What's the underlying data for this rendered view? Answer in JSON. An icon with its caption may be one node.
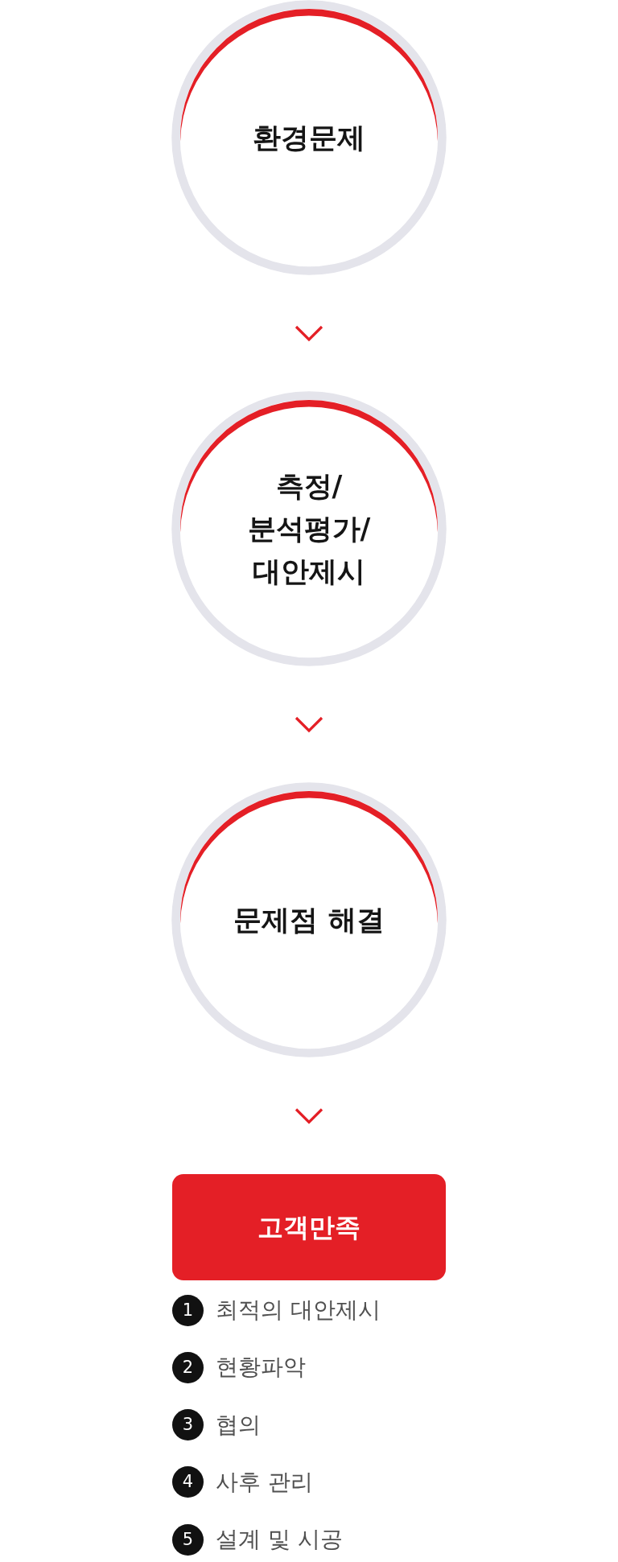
{
  "diagram": {
    "nodes": [
      {
        "text": [
          "환경문제"
        ]
      },
      {
        "text": [
          "측정/ 분석평가/ 대안제시"
        ]
      },
      {
        "text": [
          "문제점 해결"
        ]
      },
      {
        "text": [
          "고객만족"
        ]
      }
    ],
    "edges": [
      {
        "from": 0,
        "to": 1,
        "arrow": "to"
      },
      {
        "from": 1,
        "to": 2,
        "arrow": "to"
      },
      {
        "from": 2,
        "to": 3,
        "arrow": "to"
      }
    ],
    "labels": [
      "1",
      "최적의 대안제시",
      "2",
      "현황파악",
      "3",
      "협의",
      "4",
      "사후 관리",
      "5",
      "설계 및 시공"
    ]
  }
}
